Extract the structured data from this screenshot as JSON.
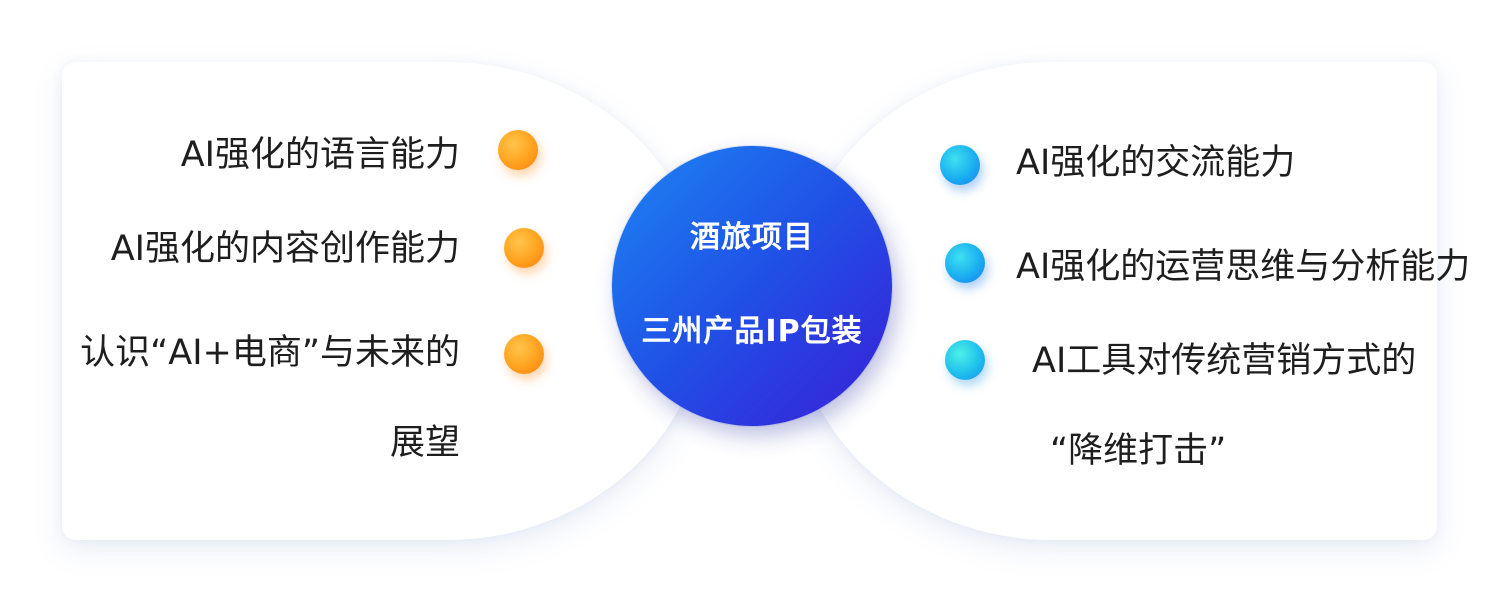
{
  "center": {
    "line1": "酒旅项目",
    "line2": "三州产品IP包装"
  },
  "left_items": [
    {
      "lines": [
        "AI强化的语言能力"
      ],
      "dot_color": "#ff9a1e"
    },
    {
      "lines": [
        "AI强化的内容创作能力"
      ],
      "dot_color": "#ff9a1e"
    },
    {
      "lines": [
        "认识“AI+电商”与未来的",
        "展望"
      ],
      "dot_color": "#ff9a1e"
    }
  ],
  "right_items": [
    {
      "lines": [
        "AI强化的交流能力"
      ],
      "dot_color": "#1aa6f0"
    },
    {
      "lines": [
        "AI强化的运营思维与分析能力"
      ],
      "dot_color": "#1aa6f0"
    },
    {
      "lines": [
        "AI工具对传统营销方式的",
        "“降维打击”"
      ],
      "dot_color": "#1ec0ec"
    }
  ],
  "colors": {
    "center_gradient_start": "#1c86f2",
    "center_gradient_end": "#3a1ed6",
    "left_dot": "#ff9a1e",
    "right_dot": "#1aa6f0",
    "text": "#1e1e1e"
  }
}
